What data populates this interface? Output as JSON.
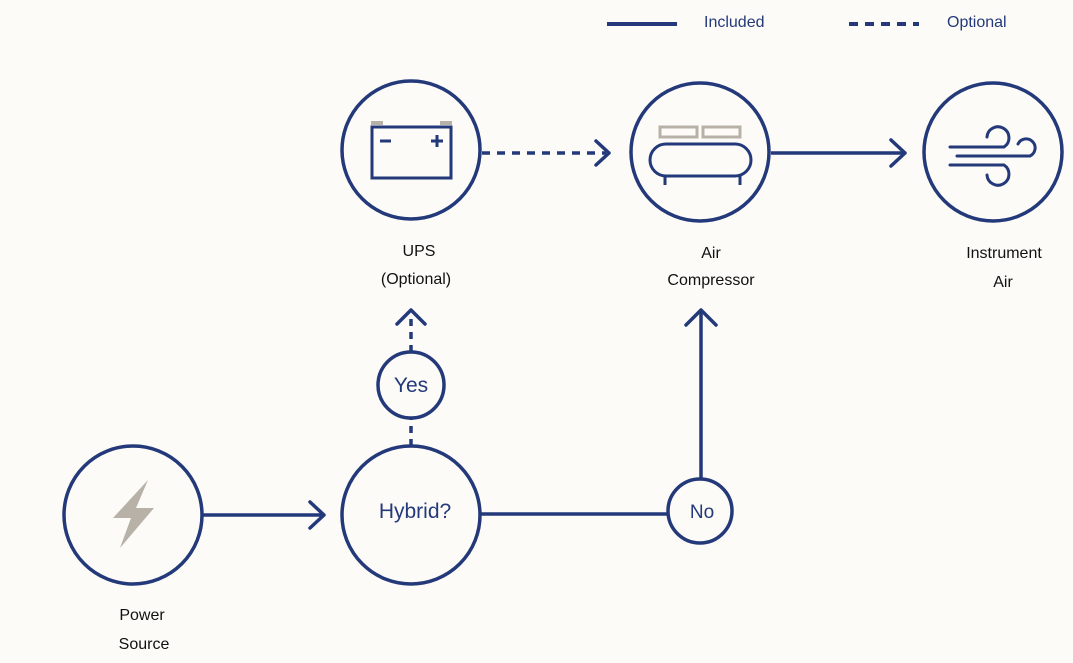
{
  "colors": {
    "primary": "#23397a",
    "accent_gray": "#b7b1a8",
    "background": "#fcfbf7",
    "text": "#111111"
  },
  "legend": {
    "included": "Included",
    "optional": "Optional"
  },
  "nodes": {
    "ups": {
      "line1": "UPS",
      "line2": "(Optional)",
      "icon": "battery-icon"
    },
    "air_compressor": {
      "line1": "Air",
      "line2": "Compressor",
      "icon": "air-compressor-icon"
    },
    "instrument_air": {
      "line1": "Instrument",
      "line2": "Air",
      "icon": "wind-icon"
    },
    "power_source": {
      "line1": "Power",
      "line2": "Source",
      "icon": "lightning-bolt-icon"
    },
    "hybrid": {
      "label": "Hybrid?"
    },
    "yes": {
      "label": "Yes"
    },
    "no": {
      "label": "No"
    }
  }
}
